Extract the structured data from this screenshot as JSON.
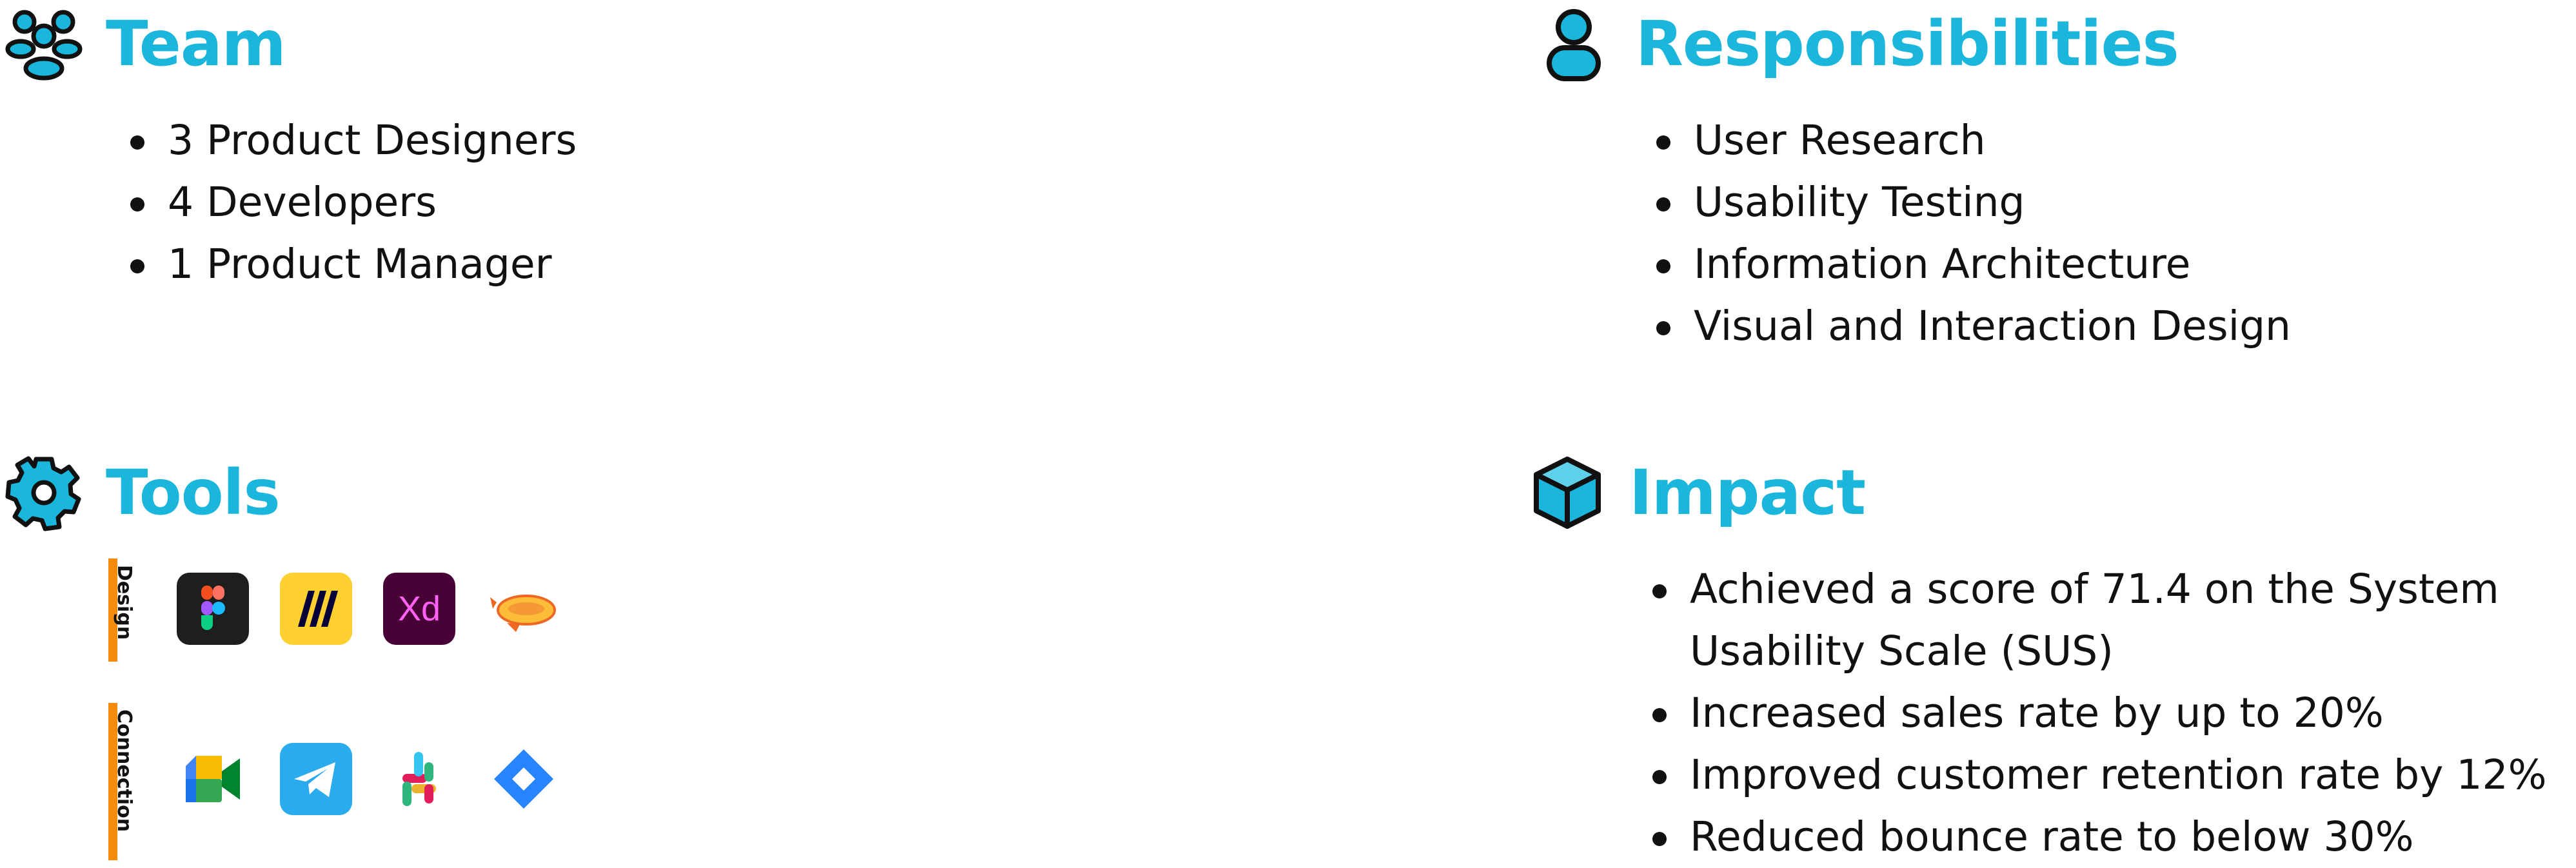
{
  "team": {
    "heading": "Team",
    "icon": "team-people-icon",
    "items": [
      "3 Product Designers",
      "4 Developers",
      "1 Product Manager"
    ]
  },
  "responsibilities": {
    "heading": "Responsibilities",
    "icon": "person-icon",
    "items": [
      "User Research",
      "Usability Testing",
      "Information Architecture",
      "Visual and Interaction Design"
    ]
  },
  "tools": {
    "heading": "Tools",
    "icon": "gear-icon",
    "groups": [
      {
        "label": "Design",
        "apps": [
          "figma-icon",
          "miro-icon",
          "adobe-xd-icon",
          "zeplin-icon"
        ]
      },
      {
        "label": "Connection",
        "apps": [
          "google-meet-icon",
          "telegram-icon",
          "slack-icon",
          "jira-icon"
        ]
      }
    ]
  },
  "impact": {
    "heading": "Impact",
    "icon": "cube-icon",
    "items": [
      "Achieved a score of 71.4 on the System Usability Scale (SUS)",
      "Increased sales rate by up to 20%",
      "Improved customer retention rate by 12%",
      "Reduced bounce rate to below 30%"
    ]
  },
  "colors": {
    "accent": "#1bb6db",
    "label_bar": "#f28c0a",
    "text": "#111111"
  }
}
